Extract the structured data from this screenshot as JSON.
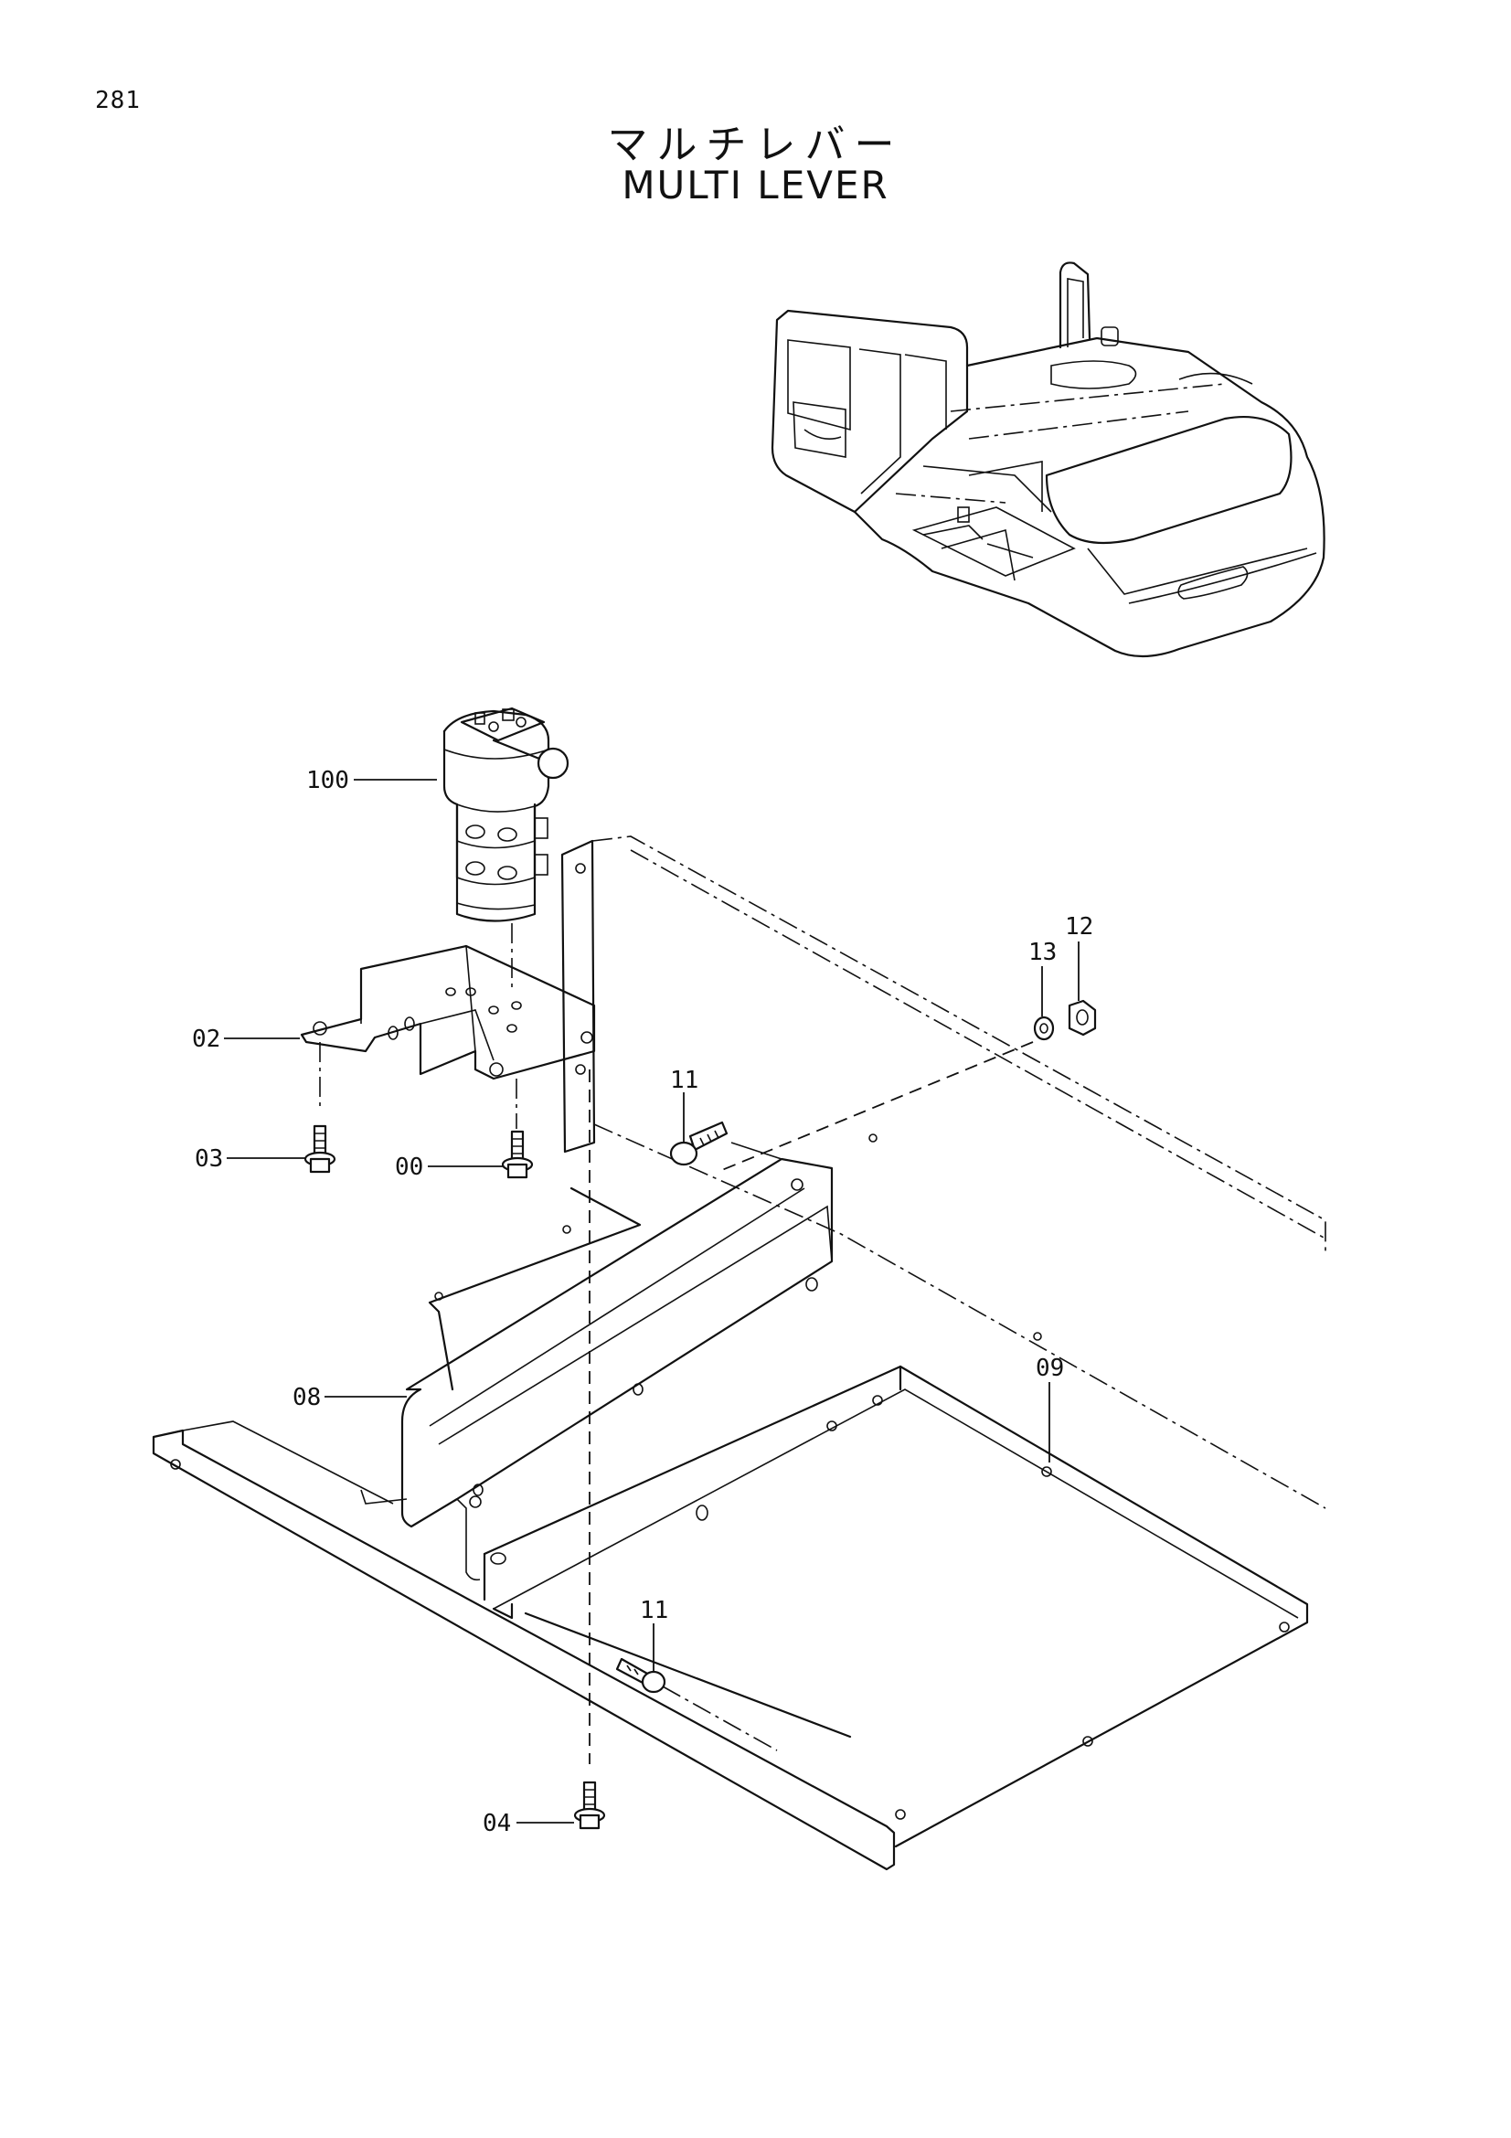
{
  "page_number": "281",
  "title_jp": "マルチレバー",
  "title_en": "MULTI LEVER",
  "callouts": [
    "100",
    "02",
    "03",
    "00",
    "11",
    "13",
    "12",
    "08",
    "09",
    "11",
    "04"
  ]
}
